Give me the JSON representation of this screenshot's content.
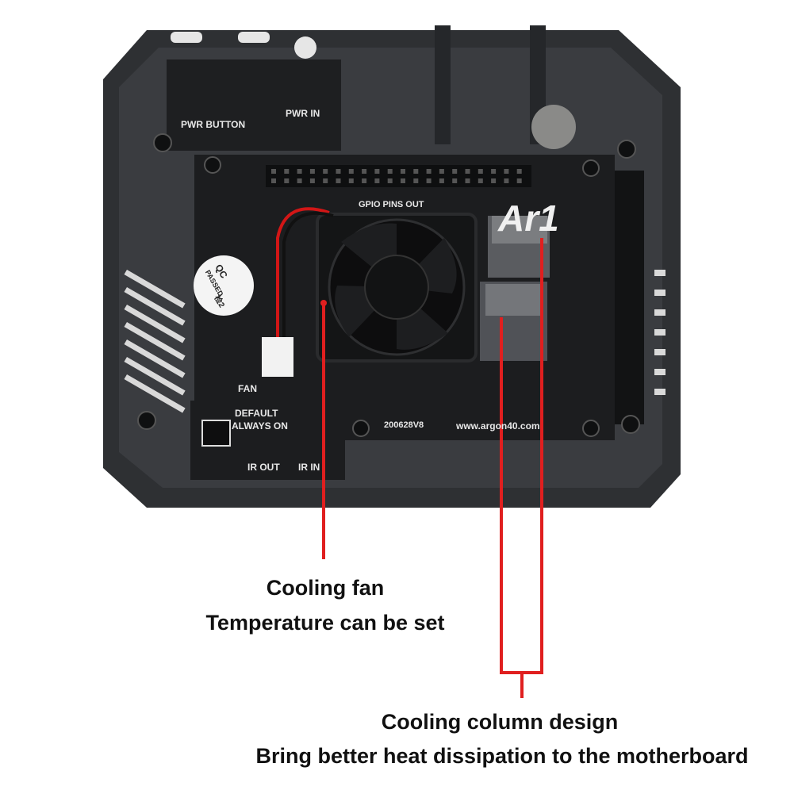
{
  "board": {
    "pwr_button": "PWR BUTTON",
    "pwr_in": "PWR IN",
    "gpio": "GPIO PINS OUT",
    "qc_line1": "QC",
    "qc_line2": "PASSED",
    "qc_line3": "检2",
    "fan": "FAN",
    "default": "DEFAULT",
    "always_on": "ALWAYS ON",
    "ir_out": "IR OUT",
    "ir_in": "IR IN",
    "version": "200628V8",
    "website": "www.argon40.com",
    "logo": "Ar1"
  },
  "annotations": {
    "fan_title": "Cooling fan",
    "fan_subtitle": "Temperature can be set",
    "column_title": "Cooling column design",
    "column_subtitle": "Bring better heat dissipation to the motherboard"
  },
  "colors": {
    "case": "#2e3033",
    "board": "#1c1d1f",
    "callout": "#e01f1f"
  }
}
